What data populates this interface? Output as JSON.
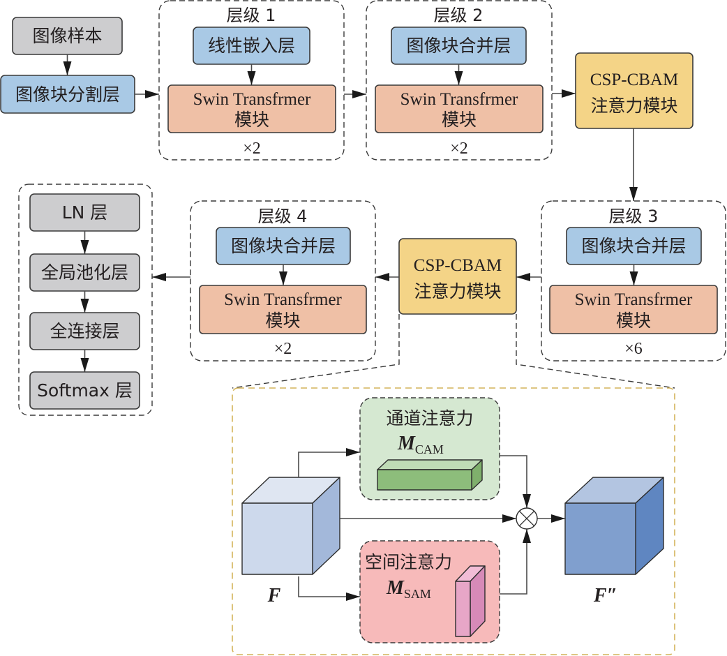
{
  "input": {
    "sample_label": "图像样本",
    "patch_partition_label": "图像块分割层"
  },
  "stages": [
    {
      "title": "层级 1",
      "first_block": "线性嵌入层",
      "swin_line1": "Swin Transfrmer",
      "swin_line2": "模块",
      "repeat": "×2"
    },
    {
      "title": "层级 2",
      "first_block": "图像块合并层",
      "swin_line1": "Swin Transfrmer",
      "swin_line2": "模块",
      "repeat": "×2"
    },
    {
      "title": "层级 3",
      "first_block": "图像块合并层",
      "swin_line1": "Swin Transfrmer",
      "swin_line2": "模块",
      "repeat": "×6"
    },
    {
      "title": "层级 4",
      "first_block": "图像块合并层",
      "swin_line1": "Swin Transfrmer",
      "swin_line2": "模块",
      "repeat": "×2"
    }
  ],
  "csp_cbam": {
    "line1": "CSP-CBAM",
    "line2": "注意力模块"
  },
  "head": {
    "layers": [
      "LN 层",
      "全局池化层",
      "全连接层",
      "Softmax 层"
    ]
  },
  "cbam_detail": {
    "channel_attention": {
      "title": "通道注意力",
      "symbol": "M",
      "subscript": "CAM"
    },
    "spatial_attention": {
      "title": "空间注意力",
      "symbol": "M",
      "subscript": "SAM"
    },
    "input_feature": "F",
    "output_feature": "F″",
    "operator": "⊗"
  },
  "colors": {
    "gray_block": "#cdcdcf",
    "blue_block": "#a9c9e5",
    "orange_block": "#efc0a6",
    "yellow_block": "#f4d487",
    "green_panel": "#d5e8d1",
    "pink_panel": "#f7baba",
    "detail_frame": "#d4b45a"
  }
}
